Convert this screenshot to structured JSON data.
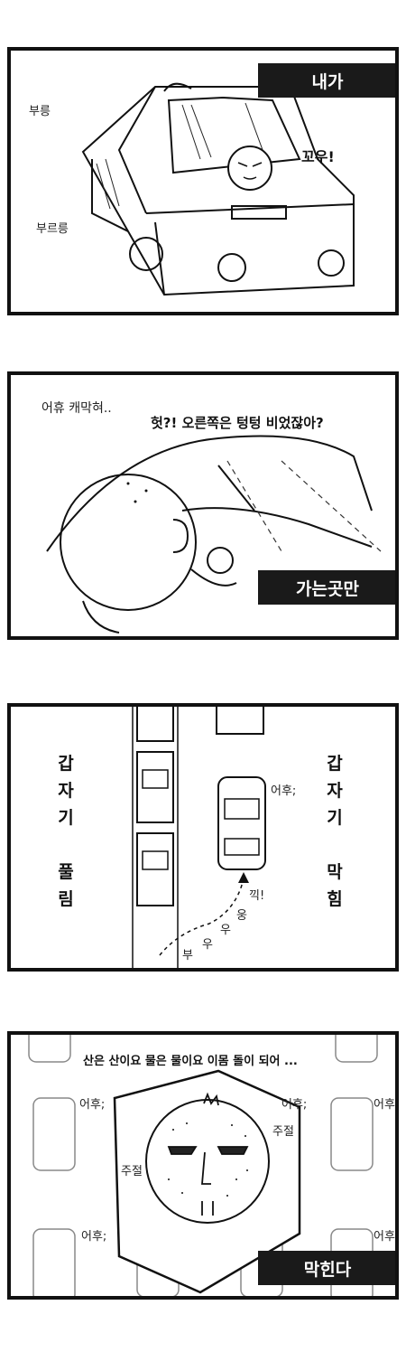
{
  "panel1": {
    "caption": "내가",
    "sfx_1": "부릉",
    "sfx_2": "부르릉",
    "speech": "꼬우!"
  },
  "panel2": {
    "narration": "어휴 캐막혀..",
    "speech": "헛?! 오른쪽은 텅텅 비었잖아?",
    "caption": "가는곳만"
  },
  "panel3": {
    "left_vertical": "갑\n자\n기\n\n풀\n림",
    "right_vertical": "갑\n자\n기\n\n막\n힘",
    "sigh": "어후;",
    "sfx_kkik": "끽!",
    "sfx_ung": "웅",
    "sfx_u1": "우",
    "sfx_u2": "우",
    "sfx_bu": "부"
  },
  "panel4": {
    "top_text": "산은 산이요 물은 물이요 이몸 돌이 되어 ...",
    "sigh": "어후;",
    "mumble_left": "주절",
    "mumble_right": "주절",
    "caption": "막힌다"
  }
}
